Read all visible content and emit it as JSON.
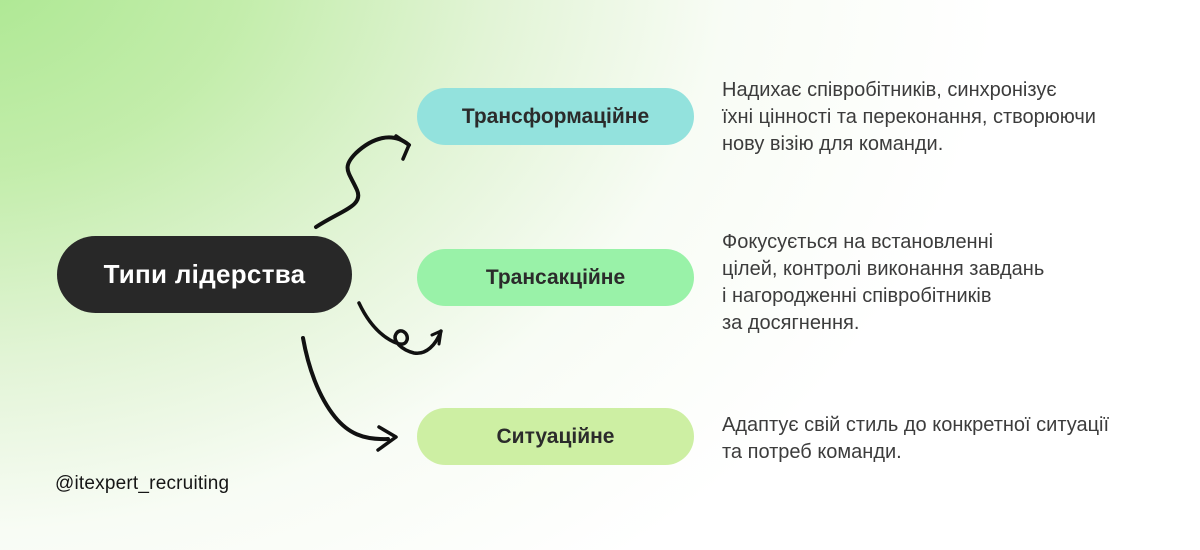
{
  "root": {
    "title": "Типи лідерства",
    "fill": "#282828",
    "text_color": "#ffffff"
  },
  "types": [
    {
      "label": "Трансформаційне",
      "color": "#93e2dd",
      "description": "Надихає співробітників, синхронізує\nїхні цінності та переконання, створюючи\nнову візію для команди."
    },
    {
      "label": "Трансакційне",
      "color": "#99f2a8",
      "description": "Фокусується на встановленні\nцілей, контролі виконання завдань\nі нагородженні співробітників\nза досягнення."
    },
    {
      "label": "Ситуаційне",
      "color": "#cdefa3",
      "description": "Адаптує свій стиль до конкретної ситуації\nта потреб команди."
    }
  ],
  "credit": "@itexpert_recruiting",
  "background": {
    "accent_green": "#a9e78e",
    "base": "#ffffff"
  }
}
